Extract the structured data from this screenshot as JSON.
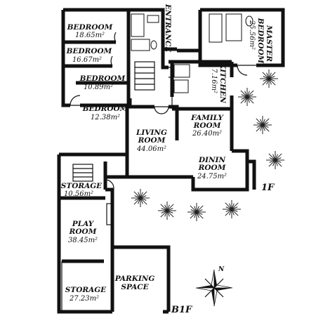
{
  "floor_labels": {
    "upper": "1F",
    "lower": "B1F"
  },
  "compass": {
    "north": "N"
  },
  "rooms": {
    "bedroom_1": {
      "name": "BEDROOM",
      "area": "18.65m²"
    },
    "bedroom_2": {
      "name": "BEDROOM",
      "area": "16.67m²"
    },
    "bedroom_3": {
      "name": "BEDROOM",
      "area": "10.89m²"
    },
    "bedroom_4": {
      "name": "BEDROOM",
      "area": "12.38m²"
    },
    "master": {
      "name_line1": "MASTER",
      "name_line2": "BEDROOM",
      "area": "25.56m²"
    },
    "entrance": {
      "name": "ENTRANCE"
    },
    "kitchen": {
      "name": "KITCHEN",
      "area": "17.16m²"
    },
    "family": {
      "name_line1": "FAMILY",
      "name_line2": "ROOM",
      "area": "26.40m²"
    },
    "living": {
      "name_line1": "LIVING",
      "name_line2": "ROOM",
      "area": "44.06m²"
    },
    "dining": {
      "name_line1": "DININ",
      "name_line2": "ROOM",
      "area": "24.75m²"
    },
    "storage_1": {
      "name": "STORAGE",
      "area": "10.56m²"
    },
    "play": {
      "name_line1": "PLAY",
      "name_line2": "ROOM",
      "area": "38.45m²"
    },
    "storage_2": {
      "name": "STORAGE",
      "area": "27.23m²"
    },
    "parking": {
      "name_line1": "PARKING",
      "name_line2": "SPACE"
    }
  }
}
